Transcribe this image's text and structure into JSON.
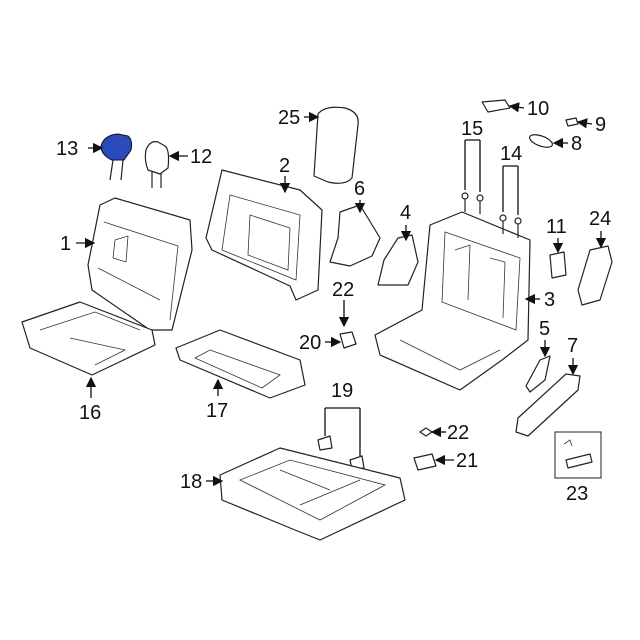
{
  "diagram": {
    "highlight_color": "#2b4bbd",
    "highlighted_part": "13",
    "callouts": {
      "p1": "1",
      "p2": "2",
      "p3": "3",
      "p4": "4",
      "p5": "5",
      "p6": "6",
      "p7": "7",
      "p8": "8",
      "p9": "9",
      "p10": "10",
      "p11": "11",
      "p12": "12",
      "p13": "13",
      "p14": "14",
      "p15": "15",
      "p16": "16",
      "p17": "17",
      "p18": "18",
      "p19": "19",
      "p20": "20",
      "p21": "21",
      "p22a": "22",
      "p22b": "22",
      "p23": "23",
      "p24": "24",
      "p25": "25"
    }
  }
}
